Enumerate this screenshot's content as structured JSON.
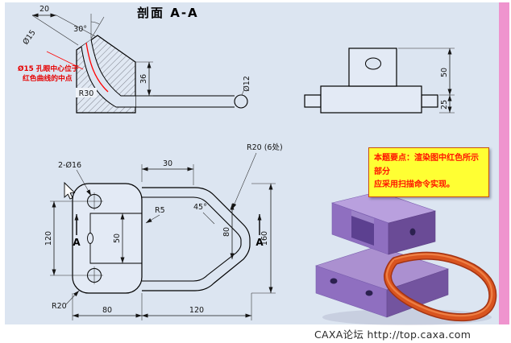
{
  "page": {
    "watermark": "CAXA论坛 http://top.caxa.com"
  },
  "colors": {
    "sheet": "#dce5f1",
    "edge_strip": "#ef94ce",
    "note_bg": "#ffff33",
    "note_text": "#ff1500",
    "highlight_red": "#ff0000",
    "part_purple": "#8f6fc0",
    "handle_orange": "#d9541f"
  },
  "section_view": {
    "title": "剖面 A-A",
    "dims": {
      "width_20": "20",
      "angle_30": "30°",
      "dia_15": "Ø15",
      "height_36": "36",
      "radius_30": "R30",
      "dia_12": "Ø12"
    },
    "note_line1": "Ø15 孔眼中心位于",
    "note_line2": "红色曲线的中点"
  },
  "front_view": {
    "dims": {
      "height_50": "50",
      "height_25": "25"
    }
  },
  "plan_view": {
    "dims": {
      "holes": "2-Ø16",
      "top_30": "30",
      "radius_20_6": "R20 (6处)",
      "radius_5": "R5",
      "angle_45": "45°",
      "left_120": "120",
      "mid_50": "50",
      "mid_80": "80",
      "right_160": "160",
      "radius_20": "R20",
      "bottom_80": "80",
      "bottom_120": "120"
    },
    "section_label_left": "A",
    "section_label_right": "A"
  },
  "note_box": {
    "line1": "本题要点：渲染图中红色所示部分",
    "line2": "应采用扫描命令实现。"
  }
}
